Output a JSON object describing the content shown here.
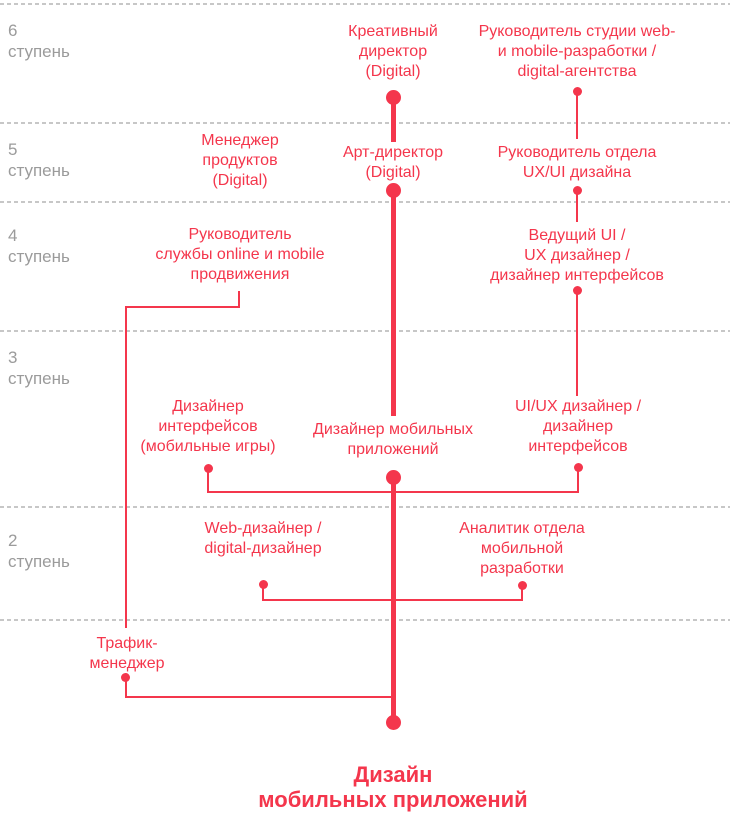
{
  "colors": {
    "accent": "#f4364c",
    "muted": "#9b9b9b",
    "dash": "#c7c7c7",
    "bg": "#ffffff"
  },
  "levels": [
    {
      "number": "6",
      "label": "ступень"
    },
    {
      "number": "5",
      "label": "ступень"
    },
    {
      "number": "4",
      "label": "ступень"
    },
    {
      "number": "3",
      "label": "ступень"
    },
    {
      "number": "2",
      "label": "ступень"
    }
  ],
  "nodes": {
    "creative_director": "Креативный\nдиректор\n(Digital)",
    "studio_head": "Руководитель студии web-\nи mobile-разработки /\ndigital-агентства",
    "product_manager": "Менеджер\nпродуктов\n(Digital)",
    "art_director": "Арт-директор\n(Digital)",
    "uxui_dept_head": "Руководитель отдела\nUX/UI дизайна",
    "online_mobile_head": "Руководитель\nслужбы online и mobile\nпродвижения",
    "lead_ui_ux": "Ведущий UI /\nUX дизайнер /\nдизайнер интерфейсов",
    "interface_designer_games": "Дизайнер\nинтерфейсов\n(мобильные игры)",
    "mobile_app_designer": "Дизайнер мобильных\nприложений",
    "uiux_designer": "UI/UX дизайнер /\nдизайнер\nинтерфейсов",
    "web_designer": "Web-дизайнер /\ndigital-дизайнер",
    "mobile_analytics": "Аналитик отдела\nмобильной\nразработки",
    "traffic_manager": "Трафик-\nменеджер"
  },
  "title": "Дизайн\nмобильных приложений"
}
